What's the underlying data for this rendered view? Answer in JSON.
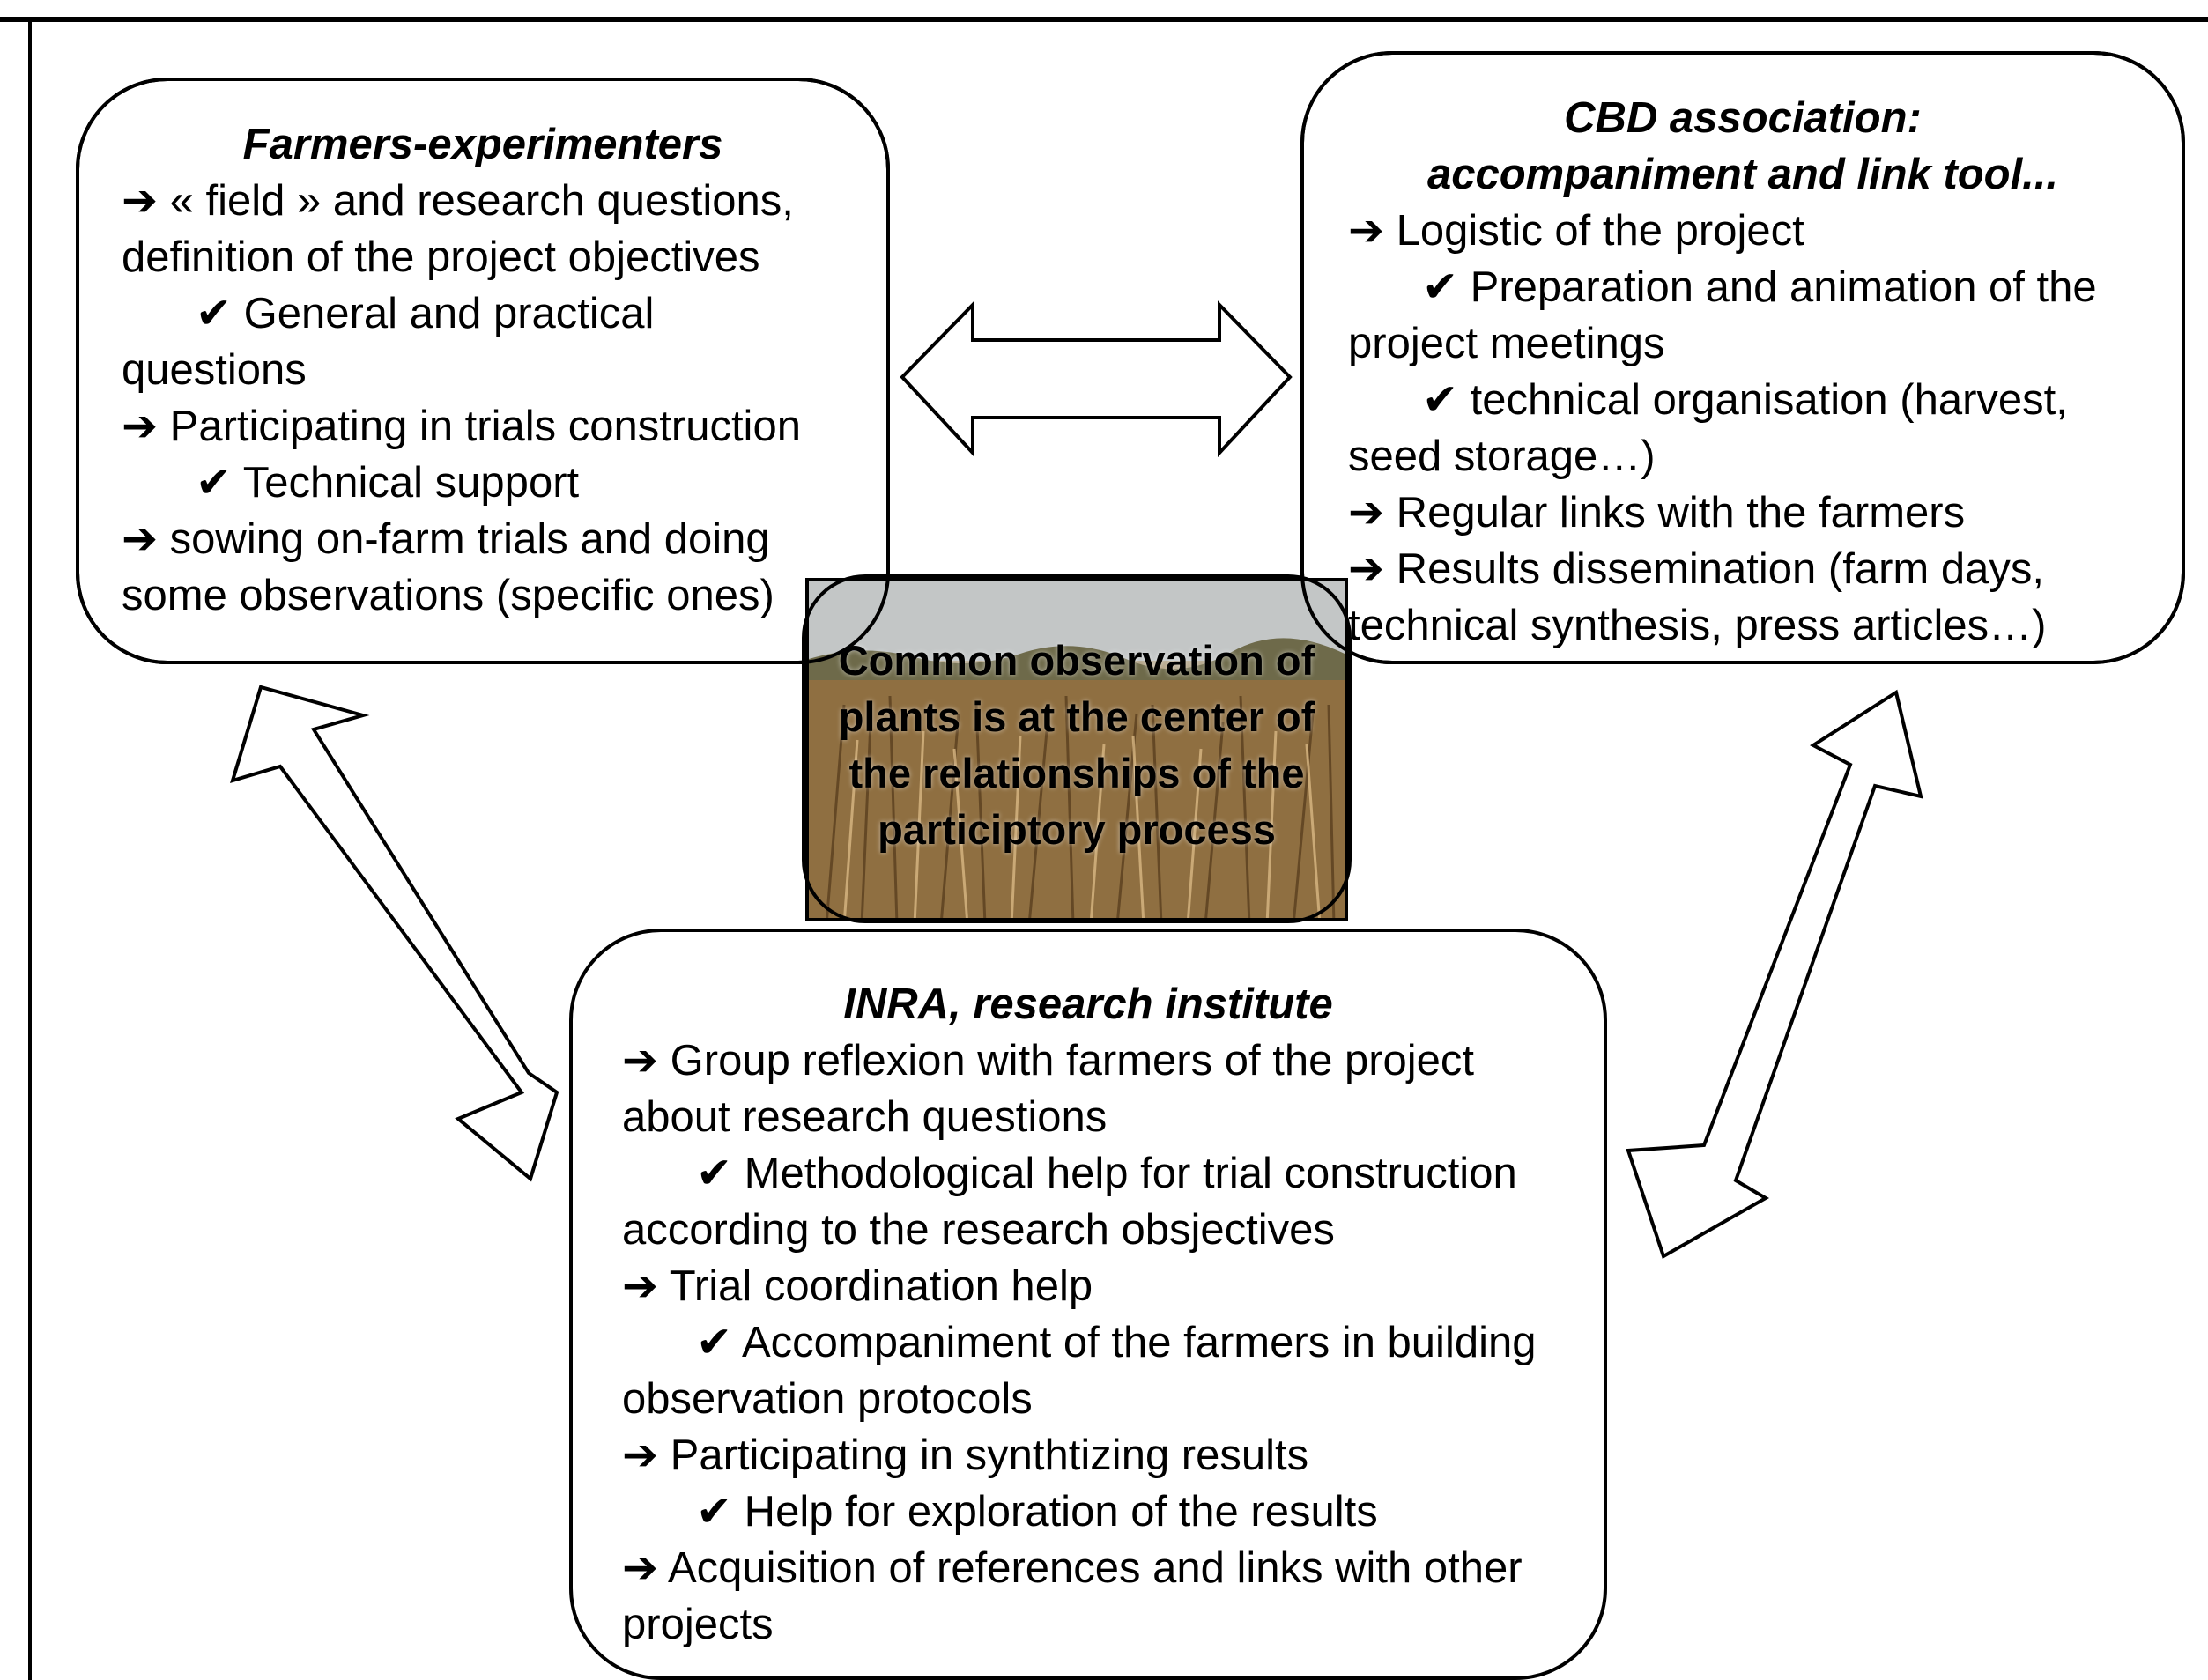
{
  "farmers": {
    "title": "Farmers-experimenters",
    "lines": [
      {
        "sym": "➔",
        "text": " « field » and research questions,",
        "indent": false
      },
      {
        "sym": "",
        "text": "definition of the project objectives",
        "indent": false
      },
      {
        "sym": "✔",
        "text": " General and practical",
        "indent": true
      },
      {
        "sym": "",
        "text": "questions",
        "indent": false
      },
      {
        "sym": "➔",
        "text": " Participating in trials construction",
        "indent": false
      },
      {
        "sym": "✔",
        "text": " Technical support",
        "indent": true
      },
      {
        "sym": "➔",
        "text": " sowing on-farm trials and doing",
        "indent": false
      },
      {
        "sym": "",
        "text": "some observations (specific ones)",
        "indent": false
      }
    ]
  },
  "cbd": {
    "title_line1": "CBD association:",
    "title_line2": "accompaniment and link tool...",
    "lines": [
      {
        "sym": "➔",
        "text": " Logistic of the project",
        "indent": false
      },
      {
        "sym": "✔",
        "text": " Preparation and animation of the",
        "indent": true
      },
      {
        "sym": "",
        "text": "project meetings",
        "indent": false
      },
      {
        "sym": "✔",
        "text": " technical organisation (harvest,",
        "indent": true
      },
      {
        "sym": "",
        "text": "seed storage…)",
        "indent": false
      },
      {
        "sym": "➔",
        "text": " Regular links with the farmers",
        "indent": false
      },
      {
        "sym": "➔",
        "text": " Results dissemination (farm days,",
        "indent": false
      },
      {
        "sym": "",
        "text": "technical synthesis, press articles…)",
        "indent": false
      }
    ]
  },
  "center": {
    "text": "Common observation of plants is at the center of the relationships of the participtory process"
  },
  "inra": {
    "title": "INRA, research institute",
    "lines": [
      {
        "sym": "➔",
        "text": " Group reflexion with farmers of the project",
        "indent": false
      },
      {
        "sym": "",
        "text": "about research questions",
        "indent": false
      },
      {
        "sym": "✔",
        "text": " Methodological help for trial construction",
        "indent": true
      },
      {
        "sym": "",
        "text": "according to the research obsjectives",
        "indent": false
      },
      {
        "sym": "➔",
        "text": " Trial coordination help",
        "indent": false
      },
      {
        "sym": "✔",
        "text": " Accompaniment of the farmers in building",
        "indent": true
      },
      {
        "sym": "",
        "text": "observation protocols",
        "indent": false
      },
      {
        "sym": "➔",
        "text": " Participating in synthtizing results",
        "indent": false
      },
      {
        "sym": "✔",
        "text": " Help for exploration of the results",
        "indent": true
      },
      {
        "sym": "➔",
        "text": " Acquisition of references and links with other",
        "indent": false
      },
      {
        "sym": "",
        "text": "projects",
        "indent": false
      }
    ]
  },
  "colors": {
    "stroke": "#000000",
    "fill": "#ffffff"
  }
}
